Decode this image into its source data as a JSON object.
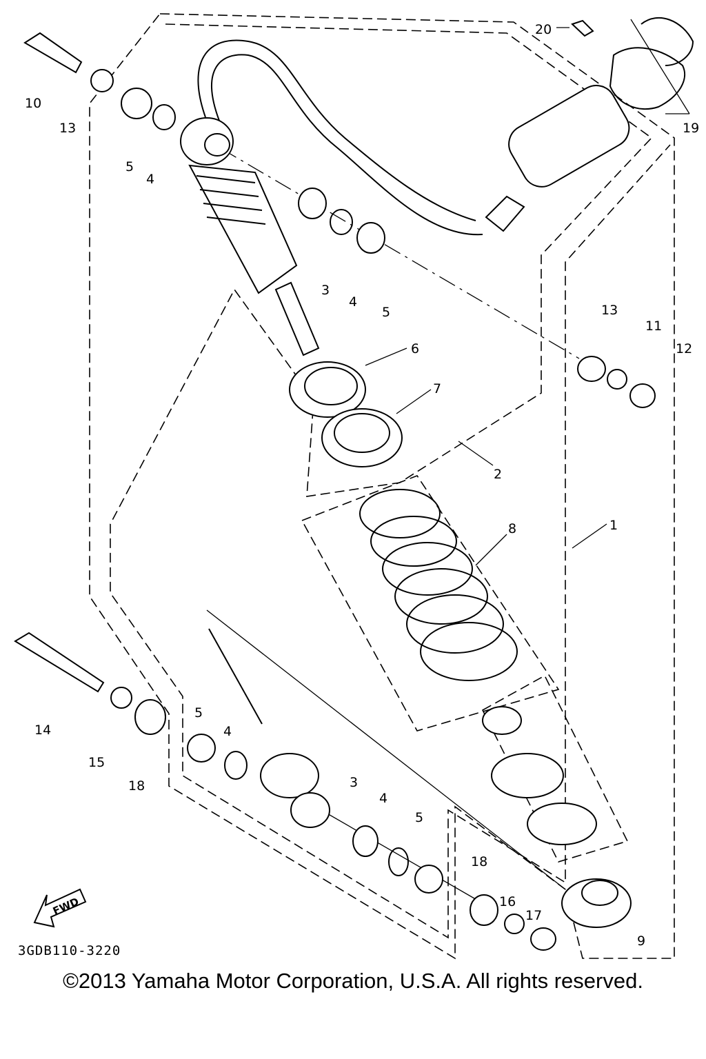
{
  "diagram": {
    "ref_code": "3GDB110-3220",
    "copyright": "©2013 Yamaha Motor Corporation, U.S.A. All rights reserved.",
    "fwd_label": "FWD",
    "callouts": {
      "c1": "1",
      "c2": "2",
      "c3a": "3",
      "c3b": "3",
      "c4a": "4",
      "c4b": "4",
      "c4c": "4",
      "c4d": "4",
      "c5a": "5",
      "c5b": "5",
      "c5c": "5",
      "c5d": "5",
      "c6": "6",
      "c7": "7",
      "c8": "8",
      "c9": "9",
      "c10": "10",
      "c11": "11",
      "c12": "12",
      "c13a": "13",
      "c13b": "13",
      "c14": "14",
      "c15": "15",
      "c16": "16",
      "c17": "17",
      "c18a": "18",
      "c18b": "18",
      "c19": "19",
      "c20": "20"
    }
  }
}
